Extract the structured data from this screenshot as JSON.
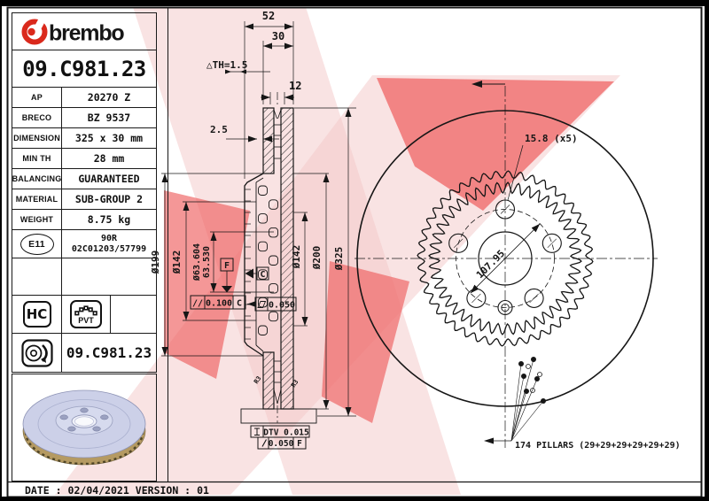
{
  "header": {
    "brand": "brembo",
    "part_number": "09.C981.23"
  },
  "spec_table": {
    "rows": [
      {
        "label": "AP",
        "value": "20270 Z"
      },
      {
        "label": "BRECO",
        "value": "BZ 9537"
      },
      {
        "label": "DIMENSION",
        "value": "325 x 30 mm"
      },
      {
        "label": "MIN TH",
        "value": "28 mm"
      },
      {
        "label": "BALANCING",
        "value": "GUARANTEED"
      },
      {
        "label": "MATERIAL",
        "value": "SUB-GROUP 2"
      },
      {
        "label": "WEIGHT",
        "value": "8.75 kg"
      }
    ],
    "homologation": {
      "mark": "E11",
      "line1": "90R",
      "line2": "02C01203/57799"
    },
    "badges": {
      "hc": "HC",
      "pvt": "PVT"
    },
    "footer_part_number": "09.C981.23"
  },
  "section_view": {
    "dim_52": "52",
    "dim_30": "30",
    "dim_th": "△TH=1.5",
    "dim_12": "12",
    "dim_2_5": "2.5",
    "dia_199": "Ø199",
    "dia_142_left": "Ø142",
    "bore_line1": "Ø63.604",
    "bore_line2": "63.530",
    "datum_f": "F",
    "datum_c": "C",
    "parallelism_symbol": "//",
    "parallelism_value": "0.100",
    "parallelism_datum": "C",
    "flatness_value": "0.050",
    "dia_142_right": "Ø142",
    "dia_200": "Ø200",
    "dia_325": "Ø325",
    "radius_left": "R3",
    "radius_right": "R3",
    "dtv_label": "DTV 0.015",
    "runout_value": "0.050",
    "runout_datum": "F"
  },
  "face_view": {
    "hole_diameter": "15.8 (x5)",
    "pcd": "107.95",
    "pillars_note": "174 PILLARS (29+29+29+29+29+29)"
  },
  "footer": {
    "date_label": "DATE :",
    "date": "02/04/2021",
    "version_label": "VERSION :",
    "version": "01"
  }
}
